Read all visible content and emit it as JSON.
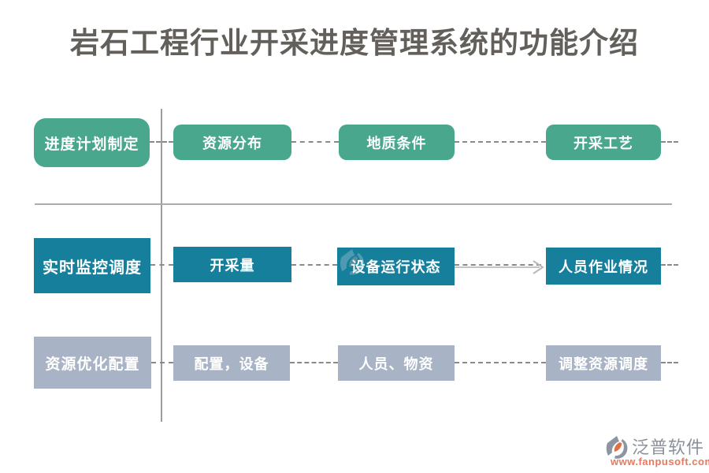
{
  "title": "岩石工程行业开采进度管理系统的功能介绍",
  "colors": {
    "row1_bg": "#49a78e",
    "row2_bg": "#157f9c",
    "row3_bg": "#a9b3c6",
    "box_text": "#ffffff",
    "title_text": "#635f5b",
    "divider_line": "#9d9d9d",
    "dash_line": "#8a8a8a",
    "arrow_line": "#c4c4c4",
    "brand_text": "#8b919c",
    "brand_url": "#e8795c"
  },
  "rows": [
    {
      "header": "进度计划制定",
      "items": [
        "资源分布",
        "地质条件",
        "开采工艺"
      ]
    },
    {
      "header": "实时监控调度",
      "items": [
        "开采量",
        "设备运行状态",
        "人员作业情况"
      ]
    },
    {
      "header": "资源优化配置",
      "items": [
        "配置，设备",
        "人员、物资",
        "调整资源调度"
      ]
    }
  ],
  "footer": {
    "brand": "泛普软件",
    "url": "www.fanpusoft.com",
    "logo_icon": "fanpu-logo"
  }
}
